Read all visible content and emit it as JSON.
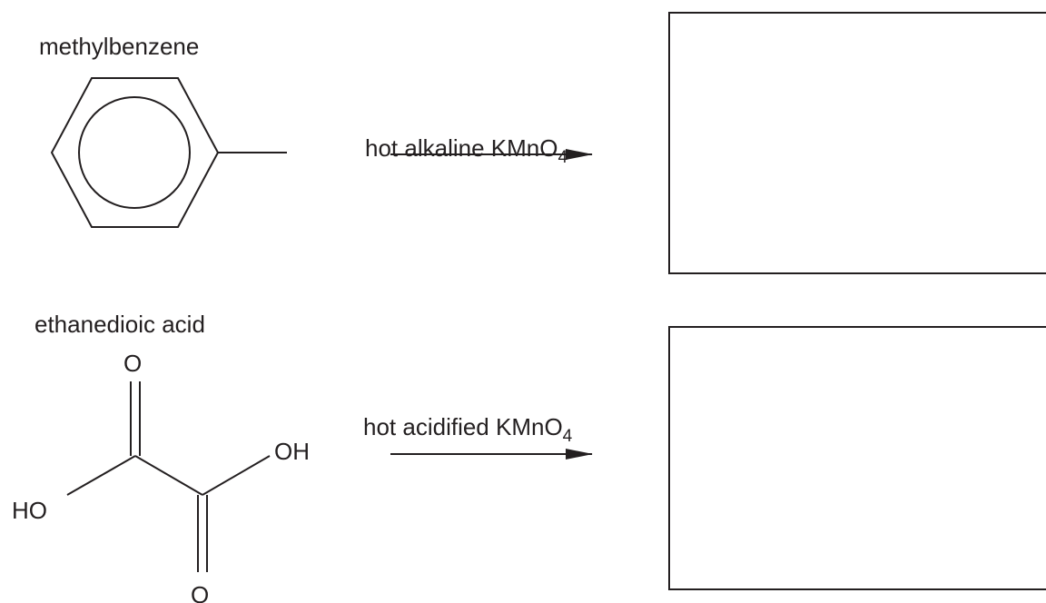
{
  "reactions": [
    {
      "reactant_name": "methylbenzene",
      "reagent": {
        "text": "hot alkaline KMnO",
        "subscript": "4"
      }
    },
    {
      "reactant_name": "ethanedioic acid",
      "reagent": {
        "text": "hot acidified KMnO",
        "subscript": "4"
      },
      "atom_labels": {
        "o_top": "O",
        "oh_right": "OH",
        "ho_left": "HO",
        "o_bottom": "O"
      }
    }
  ]
}
